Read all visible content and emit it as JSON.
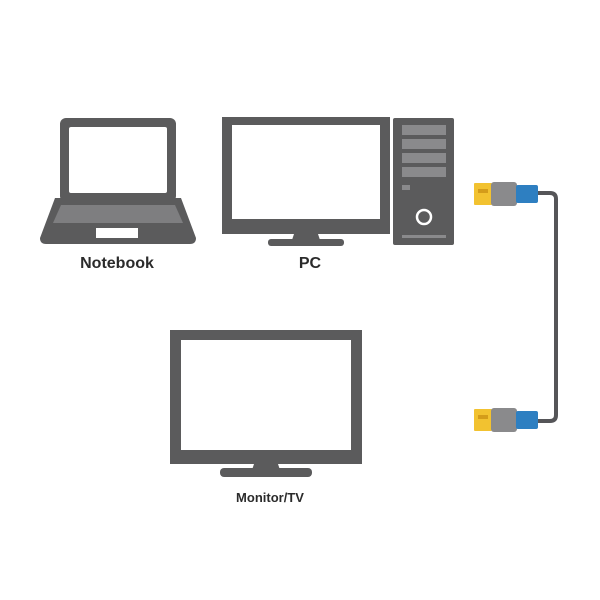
{
  "devices": {
    "notebook": {
      "label": "Notebook",
      "icon": "laptop-icon"
    },
    "pc": {
      "label": "PC",
      "icon": "desktop-pc-icon"
    },
    "monitor": {
      "label": "Monitor/TV",
      "icon": "monitor-tv-icon"
    }
  },
  "cable": {
    "icon": "usb-cable-icon",
    "connectors": 2
  },
  "colors": {
    "device_gray": "#5b5b5c",
    "screen": "#ffffff",
    "keyboard": "#7e7e80",
    "tower_bay": "#8a8a8c",
    "connector_gold": "#f2c230",
    "connector_body": "#8a8a8c",
    "connector_blue": "#2e7fc1",
    "cable": "#555558",
    "text": "#2b2b2b"
  }
}
